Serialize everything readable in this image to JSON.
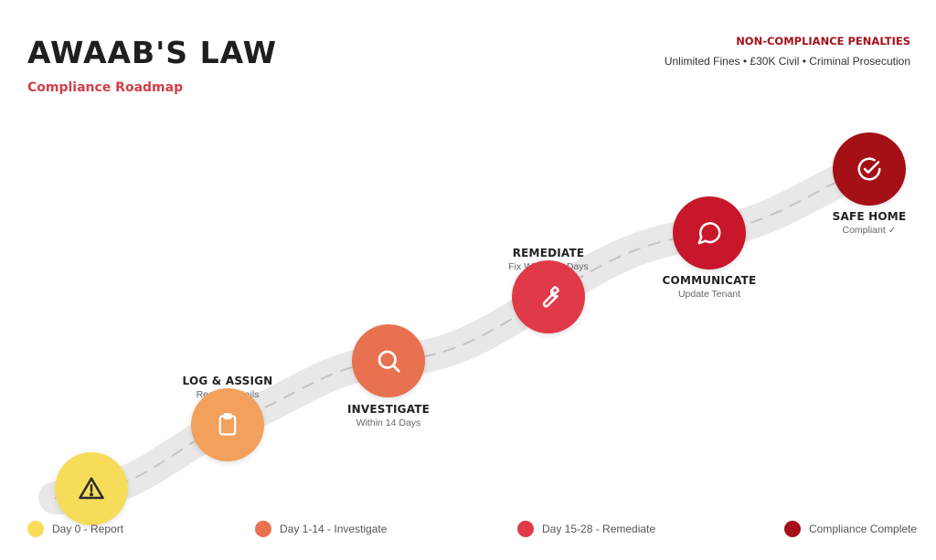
{
  "header": {
    "title": "AWAAB'S LAW",
    "subtitle": "Compliance Roadmap"
  },
  "penalties": {
    "heading": "NON-COMPLIANCE PENALTIES",
    "description": "Unlimited Fines • £30K Civil • Criminal Prosecution"
  },
  "steps": [
    {
      "title": "",
      "subtitle": "",
      "icon": "warning-icon",
      "color": "#f7dc5a"
    },
    {
      "title": "LOG & ASSIGN",
      "subtitle": "Record Details",
      "icon": "clipboard-icon",
      "color": "#f2a05c"
    },
    {
      "title": "INVESTIGATE",
      "subtitle": "Within 14 Days",
      "icon": "search-icon",
      "color": "#e8714f"
    },
    {
      "title": "REMEDIATE",
      "subtitle": "Fix Within 28 Days",
      "icon": "wrench-icon",
      "color": "#e03a48"
    },
    {
      "title": "COMMUNICATE",
      "subtitle": "Update Tenant",
      "icon": "message-icon",
      "color": "#c8172a"
    },
    {
      "title": "SAFE HOME",
      "subtitle": "Compliant ✓",
      "icon": "check-circle-icon",
      "color": "#a50f16"
    }
  ],
  "legend": [
    {
      "label": "Day 0 - Report",
      "color": "#f7dc5a"
    },
    {
      "label": "Day 1-14 - Investigate",
      "color": "#e8714f"
    },
    {
      "label": "Day 15-28 - Remediate",
      "color": "#e03a48"
    },
    {
      "label": "Compliance Complete",
      "color": "#a50f16"
    }
  ]
}
